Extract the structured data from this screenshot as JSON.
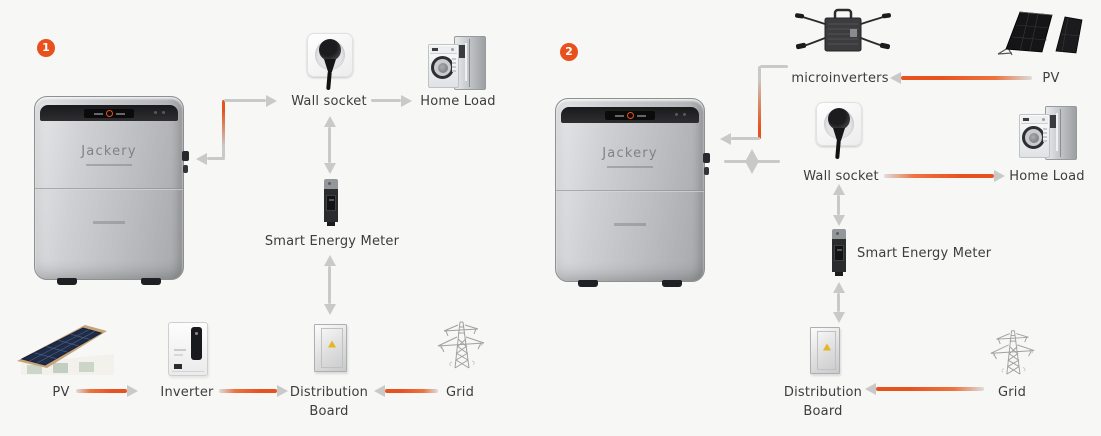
{
  "colors": {
    "accent_orange": "#E8521F",
    "arrow_gray": "#C9C9C9",
    "text": "#3D3D3F",
    "background": "#F7F7F5",
    "badge": "#E8511E"
  },
  "diagram1": {
    "badge": "1",
    "battery_brand": "Jackery",
    "labels": {
      "wall_socket": "Wall socket",
      "home_load": "Home Load",
      "smart_energy_meter": "Smart Energy Meter",
      "distribution_line1": "Distribution",
      "distribution_line2": "Board",
      "grid": "Grid",
      "pv": "PV",
      "inverter": "Inverter"
    },
    "connections": [
      {
        "from": "Battery",
        "to": "Wall socket",
        "style": "elbow-orange-gray"
      },
      {
        "from": "Wall socket",
        "to": "Home Load",
        "style": "gray-arrow"
      },
      {
        "from": "Wall socket",
        "to": "Smart Energy Meter",
        "style": "double-arrow"
      },
      {
        "from": "Smart Energy Meter",
        "to": "Distribution Board",
        "style": "double-arrow"
      },
      {
        "from": "PV",
        "to": "Inverter",
        "style": "orange-arrow"
      },
      {
        "from": "Inverter",
        "to": "Distribution Board",
        "style": "orange-arrow"
      },
      {
        "from": "Grid",
        "to": "Distribution Board",
        "style": "orange-arrow"
      }
    ]
  },
  "diagram2": {
    "badge": "2",
    "battery_brand": "Jackery",
    "labels": {
      "microinverters": "microinverters",
      "pv": "PV",
      "wall_socket": "Wall socket",
      "home_load": "Home Load",
      "smart_energy_meter": "Smart Energy Meter",
      "distribution_line1": "Distribution",
      "distribution_line2": "Board",
      "grid": "Grid"
    },
    "connections": [
      {
        "from": "PV",
        "to": "microinverters",
        "style": "orange-arrow"
      },
      {
        "from": "microinverters",
        "to": "Battery",
        "style": "elbow-orange-gray"
      },
      {
        "from": "Battery",
        "to": "Wall socket",
        "style": "double-arrow"
      },
      {
        "from": "Wall socket",
        "to": "Home Load",
        "style": "orange-arrow"
      },
      {
        "from": "Wall socket",
        "to": "Smart Energy Meter",
        "style": "double-arrow"
      },
      {
        "from": "Smart Energy Meter",
        "to": "Distribution Board",
        "style": "double-arrow"
      },
      {
        "from": "Grid",
        "to": "Distribution Board",
        "style": "orange-arrow"
      }
    ]
  }
}
